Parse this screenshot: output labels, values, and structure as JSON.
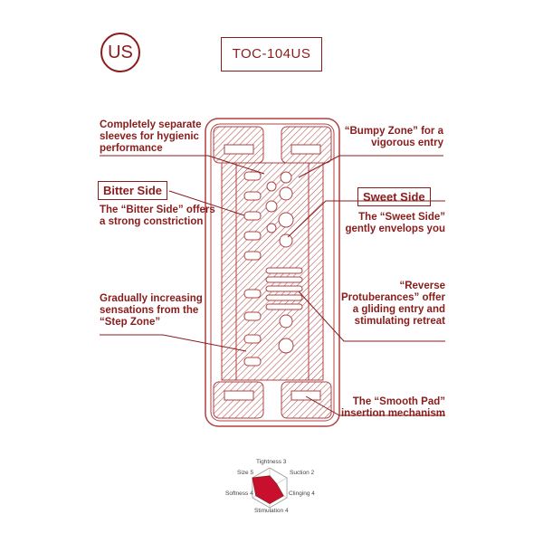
{
  "header": {
    "badge": "US",
    "model": "TOC-104US"
  },
  "labels": {
    "separate_sleeves": "Completely separate sleeves for hygienic performance",
    "bumpy_zone": "“Bumpy Zone” for a vigorous entry",
    "bitter_side_tag": "Bitter Side",
    "bitter_side_desc": "The “Bitter Side” offers a strong constriction",
    "sweet_side_tag": "Sweet Side",
    "sweet_side_desc": "The “Sweet Side” gently envelops you",
    "reverse_protuberances": "“Reverse Protuberances” offer a gliding entry and stimulating retreat",
    "step_zone": "Gradually increasing sensations from the “Step Zone”",
    "smooth_pad": "The “Smooth Pad” insertion mechanism"
  },
  "radar": {
    "tightness": "Tightness 3",
    "suction": "Suction 2",
    "clinging": "Clinging 4",
    "stimulation": "Stimulation 4",
    "softness": "Softness 4",
    "size": "Size 5",
    "values": {
      "tightness": 3,
      "suction": 2,
      "clinging": 4,
      "stimulation": 4,
      "softness": 4,
      "size": 5
    },
    "max": 5
  },
  "colors": {
    "primary": "#8a1c1c",
    "fill": "#c8102e",
    "outline": "#b04040"
  }
}
